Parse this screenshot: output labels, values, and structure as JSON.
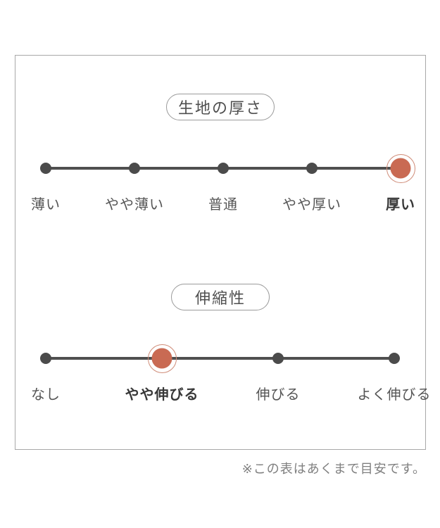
{
  "note": "※この表はあくまで目安です。",
  "chart_data": [
    {
      "type": "scale",
      "title": "生地の厚さ",
      "categories": [
        "薄い",
        "やや薄い",
        "普通",
        "やや厚い",
        "厚い"
      ],
      "selected_index": 4,
      "selected_value": "厚い",
      "legend_position": "none",
      "grid": false
    },
    {
      "type": "scale",
      "title": "伸縮性",
      "categories": [
        "なし",
        "やや伸びる",
        "伸びる",
        "よく伸びる"
      ],
      "selected_index": 1,
      "selected_value": "やや伸びる",
      "legend_position": "none",
      "grid": false
    }
  ],
  "colors": {
    "accent": "#c96a53",
    "accent_ring": "#cf8b77",
    "dot": "#4b4b4b",
    "line": "#4f4f4f",
    "label_text": "#555555",
    "label_selected": "#383838",
    "pill_border": "#9b9b9b",
    "pill_text": "#4f4f4f",
    "box_border": "#a8a8a8",
    "note_text": "#7f7f7f",
    "background": "#ffffff"
  }
}
